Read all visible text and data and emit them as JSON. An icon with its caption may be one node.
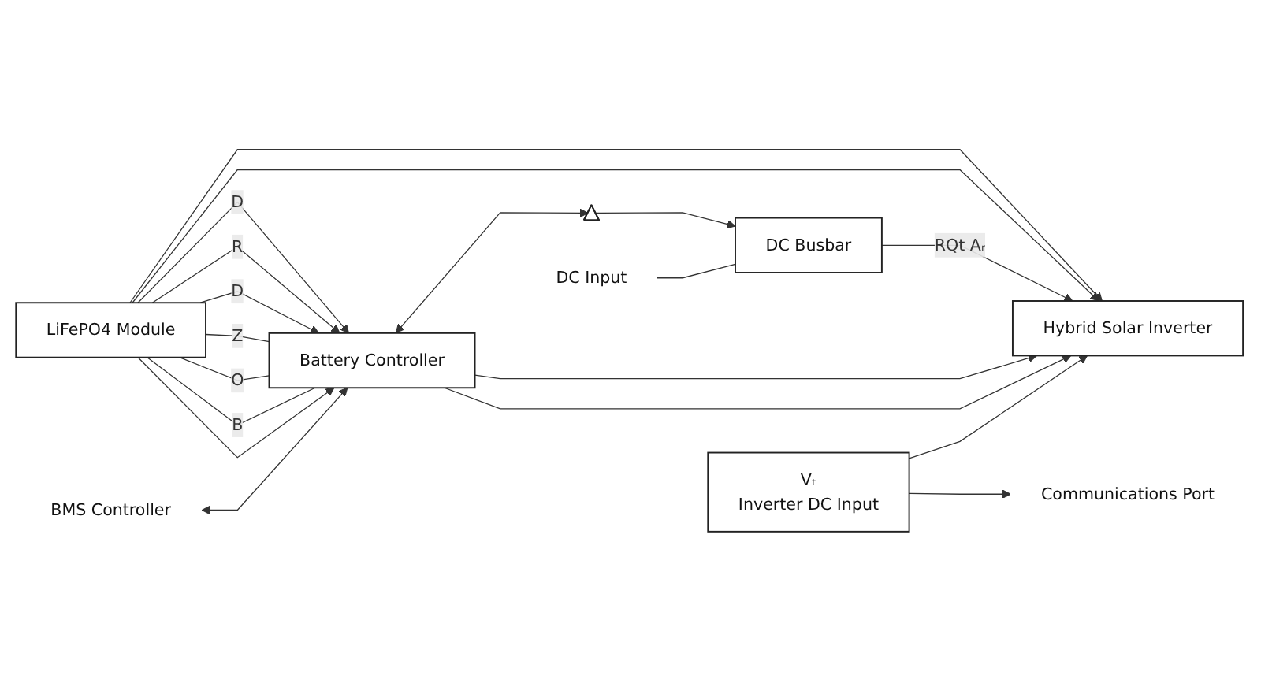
{
  "diagram": {
    "nodes": [
      {
        "text": [
          "LiFePO4 Module"
        ]
      },
      {
        "text": [
          "Battery Controller"
        ]
      },
      {
        "text": [],
        "shape": "triangle"
      },
      {
        "text": [
          "DC Busbar"
        ]
      },
      {
        "text": [
          "DC Input"
        ]
      },
      {
        "text": [
          "Hybrid Solar Inverter"
        ]
      },
      {
        "text": [
          "Vₜ",
          "Inverter DC Input"
        ]
      },
      {
        "text": [
          "Communications Port"
        ]
      },
      {
        "text": [
          "BMS Controller"
        ]
      }
    ],
    "edges": [
      {
        "from": 0,
        "to": 1,
        "arrow": "to",
        "label": "D"
      },
      {
        "from": 0,
        "to": 1,
        "arrow": "to",
        "label": "R"
      },
      {
        "from": 0,
        "to": 1,
        "arrow": "to",
        "label": "D"
      },
      {
        "from": 0,
        "to": 1,
        "arrow": "none",
        "label": "Z"
      },
      {
        "from": 0,
        "to": 1,
        "arrow": "none",
        "label": "O"
      },
      {
        "from": 0,
        "to": 1,
        "arrow": "none",
        "label": "B"
      },
      {
        "from": 0,
        "to": 1,
        "arrow": "to"
      },
      {
        "from": 0,
        "to": 5,
        "arrow": "to"
      },
      {
        "from": 0,
        "to": 5,
        "arrow": "to"
      },
      {
        "from": 8,
        "to": 1,
        "arrow": "both"
      },
      {
        "from": 1,
        "to": 2,
        "arrow": "both"
      },
      {
        "from": 2,
        "to": 3,
        "arrow": "to"
      },
      {
        "from": 4,
        "to": 3,
        "arrow": "none"
      },
      {
        "from": 3,
        "to": 5,
        "arrow": "to",
        "label": "RQt Aᵣ"
      },
      {
        "from": 1,
        "to": 5,
        "arrow": "to"
      },
      {
        "from": 1,
        "to": 5,
        "arrow": "to"
      },
      {
        "from": 6,
        "to": 5,
        "arrow": "to"
      },
      {
        "from": 6,
        "to": 7,
        "arrow": "to"
      }
    ]
  }
}
